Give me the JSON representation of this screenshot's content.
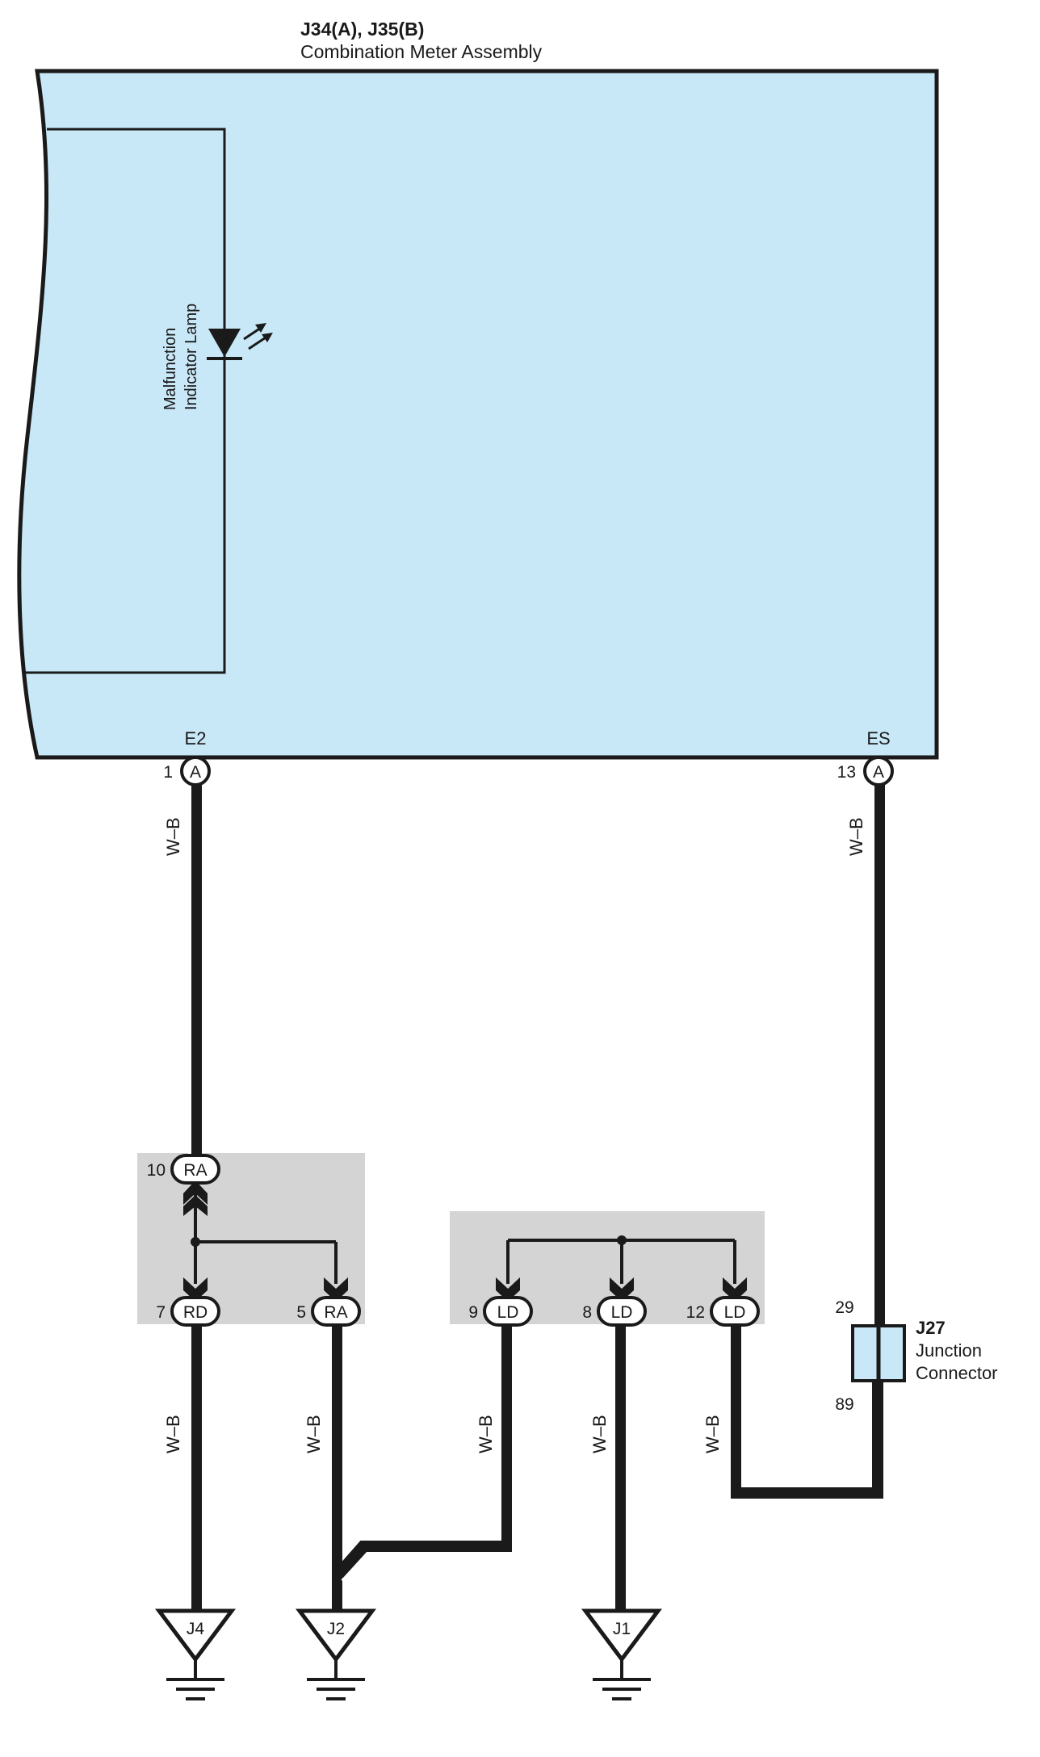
{
  "colors": {
    "component_fill": "#c8e8f8",
    "splice_fill": "#d4d4d4",
    "wire": "#1a1a1a"
  },
  "meter": {
    "connector_ids": "J34(A), J35(B)",
    "name": "Combination Meter Assembly",
    "lamp_line1": "Malfunction",
    "lamp_line2": "Indicator Lamp",
    "terminal_e2": "E2",
    "terminal_es": "ES"
  },
  "pins": {
    "meter_e2": {
      "num": "1",
      "conn": "A"
    },
    "meter_es": {
      "num": "13",
      "conn": "A"
    },
    "splice_r_in": {
      "num": "10",
      "conn": "RA"
    },
    "splice_r_out1": {
      "num": "7",
      "conn": "RD"
    },
    "splice_r_out2": {
      "num": "5",
      "conn": "RA"
    },
    "splice_l_1": {
      "num": "9",
      "conn": "LD"
    },
    "splice_l_2": {
      "num": "8",
      "conn": "LD"
    },
    "splice_l_3": {
      "num": "12",
      "conn": "LD"
    }
  },
  "wire_color": "W–B",
  "junction": {
    "id": "J27",
    "line1": "Junction",
    "line2": "Connector",
    "pin_top": "29",
    "pin_bottom": "89"
  },
  "grounds": [
    "J4",
    "J2",
    "J1"
  ]
}
